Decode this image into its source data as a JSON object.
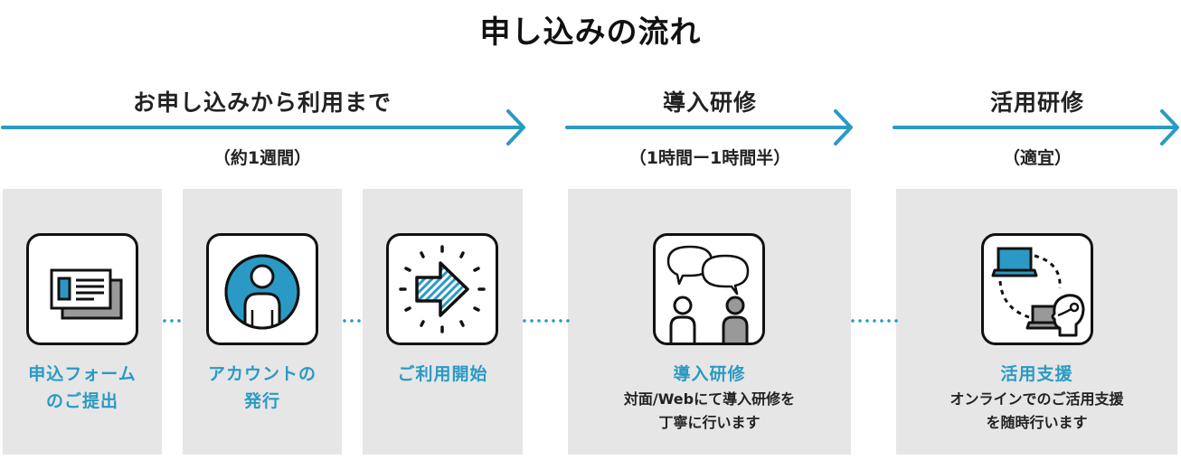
{
  "title": "申し込みの流れ",
  "accent_color": "#2a9ac4",
  "phases": [
    {
      "label": "お申し込みから利用まで",
      "duration": "（約1週間）"
    },
    {
      "label": "導入研修",
      "duration": "（1時間ー1時間半）"
    },
    {
      "label": "活用研修",
      "duration": "（適宜）"
    }
  ],
  "steps": [
    {
      "icon": "application-form-icon",
      "title_lines": [
        "申込フォーム",
        "のご提出"
      ],
      "desc_lines": []
    },
    {
      "icon": "user-account-icon",
      "title_lines": [
        "アカウントの",
        "発行"
      ],
      "desc_lines": []
    },
    {
      "icon": "start-arrow-icon",
      "title_lines": [
        "ご利用開始"
      ],
      "desc_lines": []
    },
    {
      "icon": "conversation-icon",
      "title_lines": [
        "導入研修"
      ],
      "desc_lines": [
        "対面/Webにて導入研修を",
        "丁寧に行います"
      ]
    },
    {
      "icon": "online-support-icon",
      "title_lines": [
        "活用支援"
      ],
      "desc_lines": [
        "オンラインでのご活用支援",
        "を随時行います"
      ]
    }
  ]
}
